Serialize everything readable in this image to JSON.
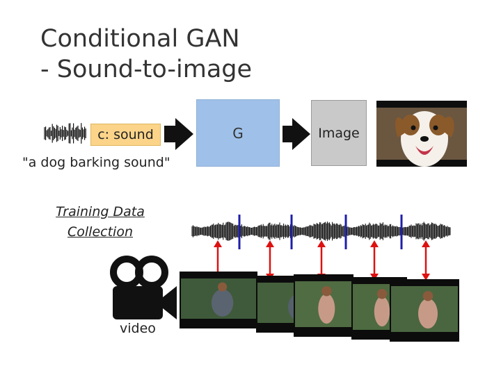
{
  "title_line1": "Conditional GAN",
  "title_line2": "- Sound-to-image",
  "condition_label": "c: sound",
  "sound_caption": "\"a dog barking sound\"",
  "generator_label": "G",
  "output_label": "Image",
  "training_heading_line1": "Training Data",
  "training_heading_line2": "Collection",
  "video_label": "video",
  "icons": [
    "waveform-icon",
    "video-camera-icon",
    "dog-photo",
    "video-frame"
  ],
  "colors": {
    "condition_box": "#fbd48a",
    "generator_box": "#9fc1e9",
    "output_box": "#c9c9c9",
    "arrow": "#111111",
    "sync_line": "#1f1fa8",
    "double_arrow": "#dd1111"
  }
}
